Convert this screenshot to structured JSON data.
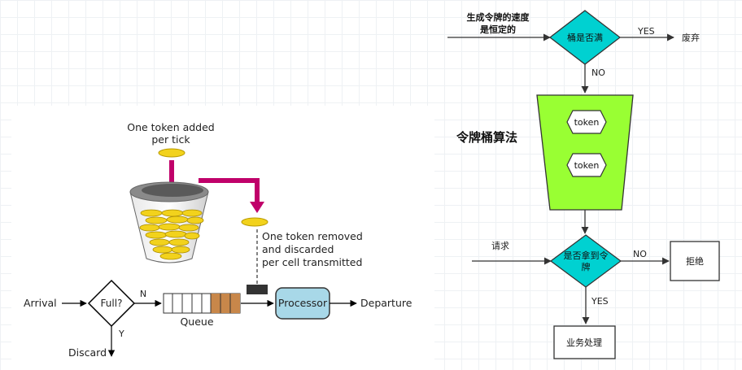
{
  "left": {
    "token_added": [
      "One token added",
      "per tick"
    ],
    "token_removed": [
      "One token removed",
      "and discarded",
      "per cell transmitted"
    ],
    "arrival": "Arrival",
    "full": "Full?",
    "n": "N",
    "y": "Y",
    "queue": "Queue",
    "processor": "Processor",
    "departure": "Departure",
    "discard": "Discard"
  },
  "right": {
    "rate_label": [
      "生成令牌的速度",
      "是恒定的"
    ],
    "bucket_full": "桶是否满",
    "yes1": "YES",
    "discard": "废弃",
    "no1": "NO",
    "title": "令牌桶算法",
    "token1": "token",
    "token2": "token",
    "request": "请求",
    "got_token": [
      "是否拿到令",
      "牌"
    ],
    "no2": "NO",
    "reject": "拒绝",
    "yes2": "YES",
    "process": "业务处理"
  },
  "colors": {
    "magenta": "#c0006a",
    "gold": "#f2d21c",
    "cyan": "#00d1d1",
    "green": "#99ff33",
    "processor": "#a8d8e8",
    "queue_brown": "#c8874a"
  }
}
